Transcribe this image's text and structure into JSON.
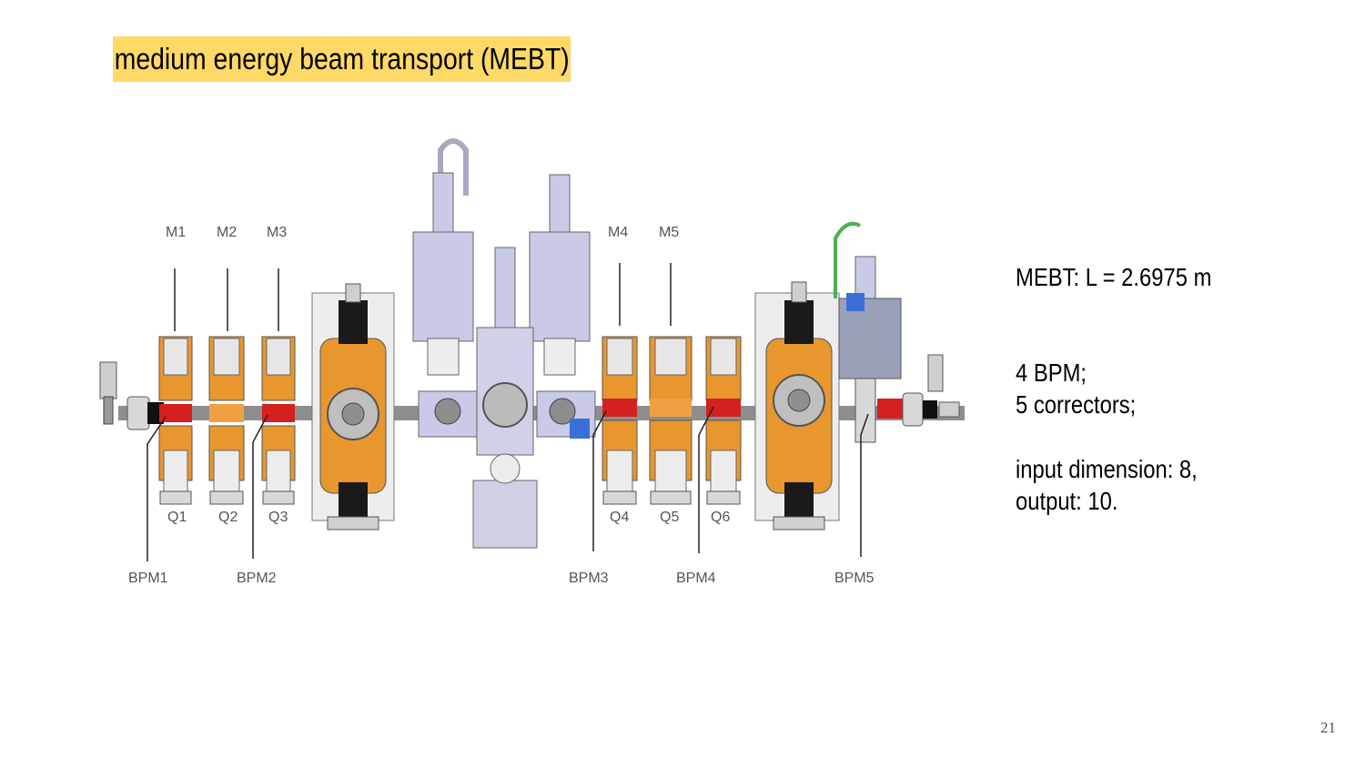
{
  "slide": {
    "title": "medium energy beam transport (MEBT)",
    "page_number": "21"
  },
  "info": {
    "length_line": "MEBT: L =   2.6975 m",
    "bpm_line": "4 BPM;",
    "correctors_line": "5 correctors;",
    "input_line": "input dimension: 8,",
    "output_line": "output: 10."
  },
  "diagram": {
    "magnet_labels": [
      "M1",
      "M2",
      "M3",
      "M4",
      "M5"
    ],
    "quad_labels": [
      "Q1",
      "Q2",
      "Q3",
      "Q4",
      "Q5",
      "Q6"
    ],
    "bpm_labels": [
      "BPM1",
      "BPM2",
      "BPM3",
      "BPM4",
      "BPM5"
    ],
    "colors": {
      "orange": "#e8962e",
      "red": "#d42020",
      "lavender": "#c9cae8",
      "steel": "#9aa0b8",
      "dark": "#222222",
      "highlight": "#ffd966"
    }
  }
}
